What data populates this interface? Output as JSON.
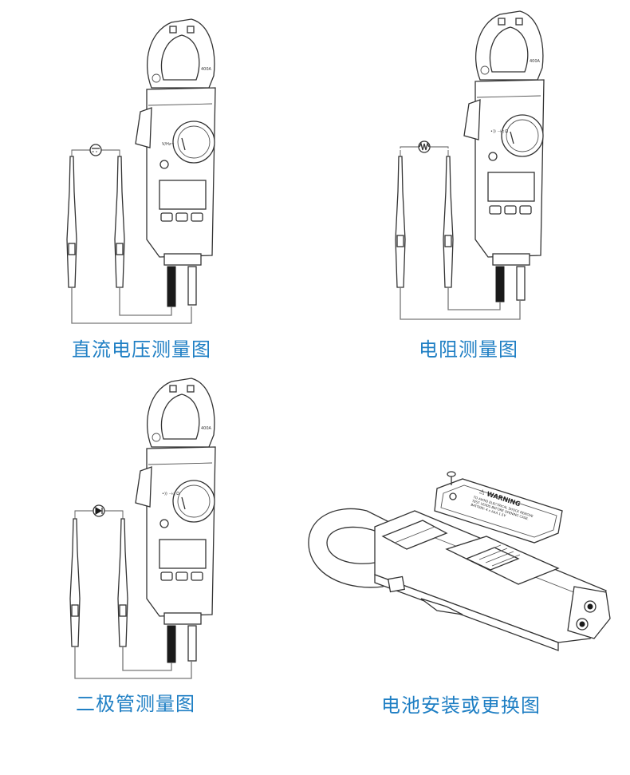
{
  "captions": {
    "dc_voltage": "直流电压测量图",
    "resistance": "电阻测量图",
    "diode": "二极管测量图",
    "battery": "电池安装或更换图"
  },
  "meter_marks": {
    "range": "400A",
    "mode_vhz": "V/Hz~",
    "mode_res": "•)) ⊣◁ Ω"
  },
  "battery_label": {
    "heading": "⚠ WARNING",
    "text": "TO AVOID ELECTRICAL SHOCK REMOVE TEST LEADS BEFORE OPENING CASE. BATTERY: 4 x AAA 1.5V"
  },
  "colors": {
    "caption": "#1f7fc4"
  },
  "icons": {
    "dc_symbol": "dc-voltage-icon",
    "res_symbol": "resistor-icon",
    "diode_symbol": "diode-icon"
  }
}
